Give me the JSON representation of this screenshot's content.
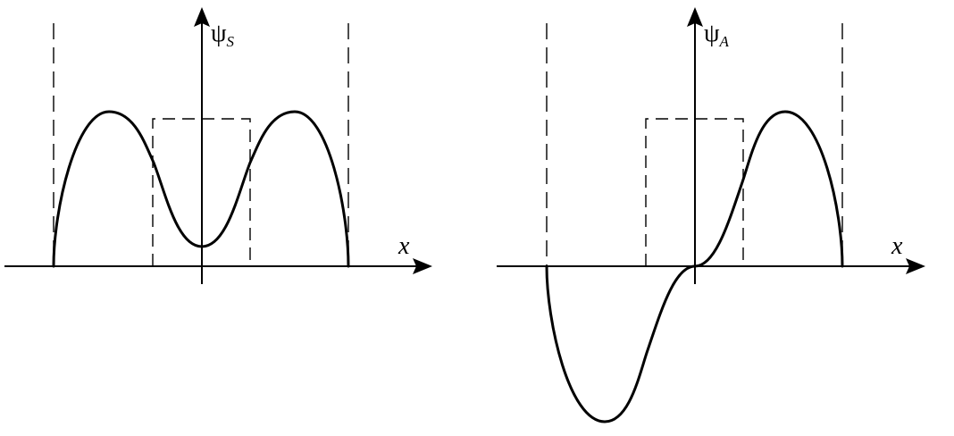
{
  "panels": {
    "symmetric": {
      "psi_symbol": "ψ",
      "psi_subscript": "S",
      "x_label": "x",
      "wavefunction_parity": "even"
    },
    "antisymmetric": {
      "psi_symbol": "ψ",
      "psi_subscript": "A",
      "x_label": "x",
      "wavefunction_parity": "odd"
    }
  },
  "colors": {
    "ink": "#000000",
    "background": "#ffffff"
  }
}
